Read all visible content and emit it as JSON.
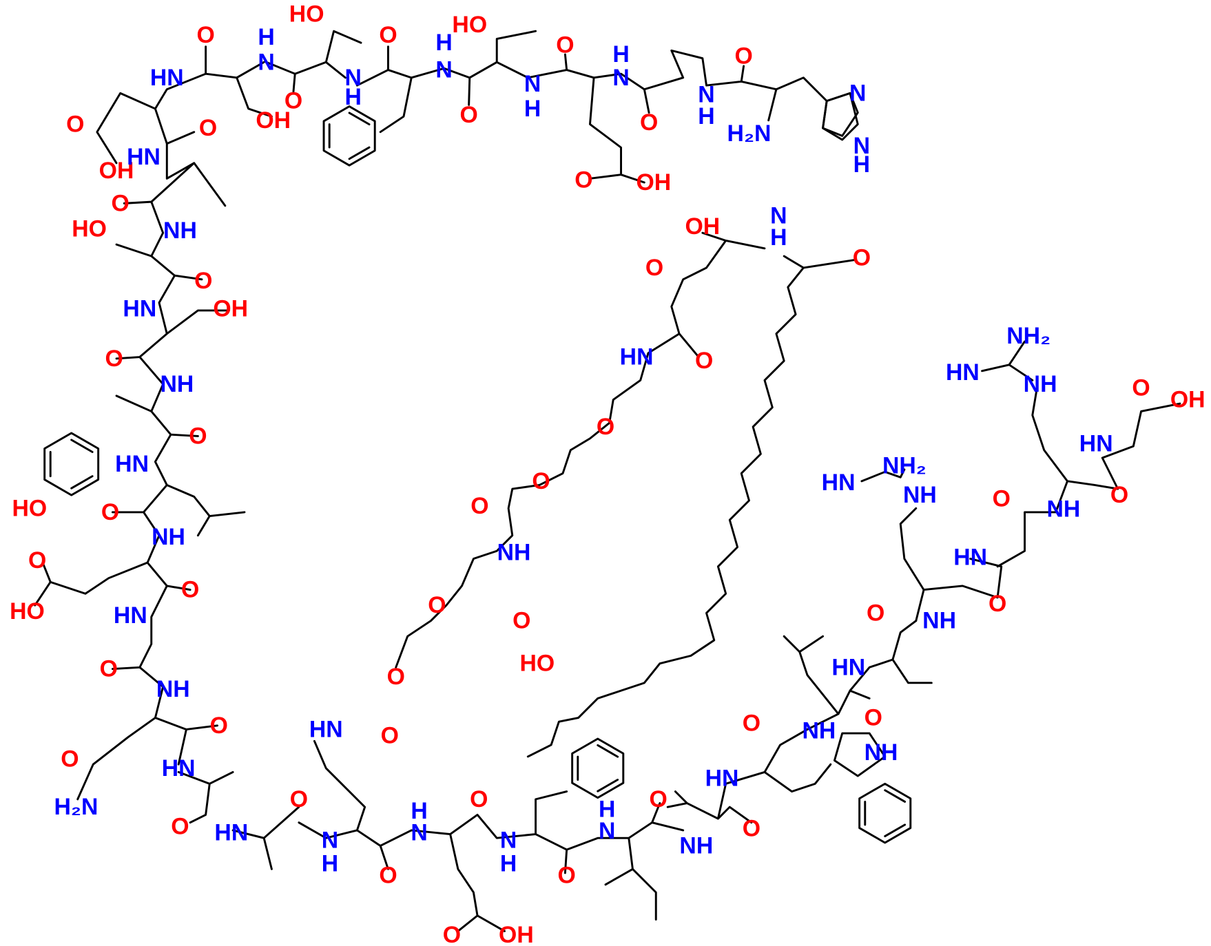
{
  "colors": {
    "oxygen": "#ff0000",
    "nitrogen": "#0000ff",
    "bond": "#000000"
  },
  "labels": [
    "O",
    "H",
    "N",
    "HO",
    "HN",
    "O",
    "H",
    "N",
    "HO",
    "O",
    "H",
    "N",
    "O",
    "N",
    "H",
    "O",
    "OH",
    "O",
    "O",
    "OH",
    "HN",
    "N",
    "H",
    "O",
    "O",
    "N",
    "H",
    "H₂N",
    "N",
    "N",
    "H",
    "O",
    "OH",
    "O",
    "NH",
    "HO",
    "O",
    "HN",
    "OH",
    "O",
    "NH",
    "O",
    "HN",
    "HO",
    "O",
    "NH",
    "O",
    "HO",
    "O",
    "HN",
    "O",
    "NH",
    "O",
    "O",
    "H₂N",
    "HN",
    "O",
    "HN",
    "O",
    "N",
    "H",
    "HN",
    "O",
    "O",
    "H",
    "N",
    "O",
    "N",
    "H",
    "O",
    "OH",
    "H",
    "N",
    "O",
    "O",
    "NH",
    "HN",
    "O",
    "O",
    "NH",
    "NH",
    "O",
    "HN",
    "O",
    "NH",
    "O",
    "HN",
    "O",
    "NH",
    "O",
    "HN",
    "O",
    "OH",
    "NH₂",
    "HN",
    "NH",
    "NH₂",
    "HN",
    "NH",
    "OH",
    "N",
    "H",
    "O",
    "O",
    "HN",
    "O",
    "O",
    "O",
    "O",
    "NH",
    "O",
    "O",
    "O",
    "HO"
  ]
}
